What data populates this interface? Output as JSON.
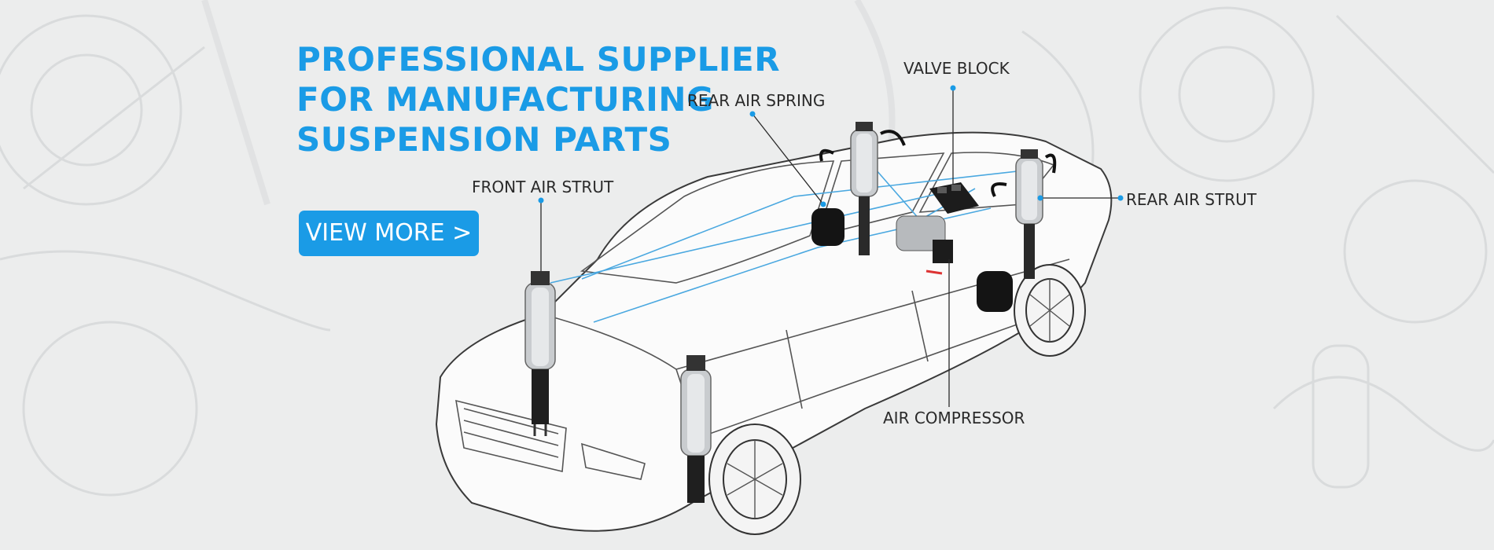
{
  "banner": {
    "headline": [
      "PROFESSIONAL SUPPLIER",
      "FOR MANUFACTURING",
      "SUSPENSION PARTS"
    ],
    "cta_label": "VIEW MORE >"
  },
  "callouts": {
    "front_air_strut": "FRONT  AIR STRUT",
    "rear_air_spring": "REAR AIR SPRING",
    "valve_block": "VALVE BLOCK",
    "rear_air_strut": "REAR AIR STRUT",
    "air_compressor": "AIR COMPRESSOR"
  },
  "colors": {
    "accent": "#1a9be6",
    "background": "#eceded",
    "label_text": "#2a2a2a"
  }
}
